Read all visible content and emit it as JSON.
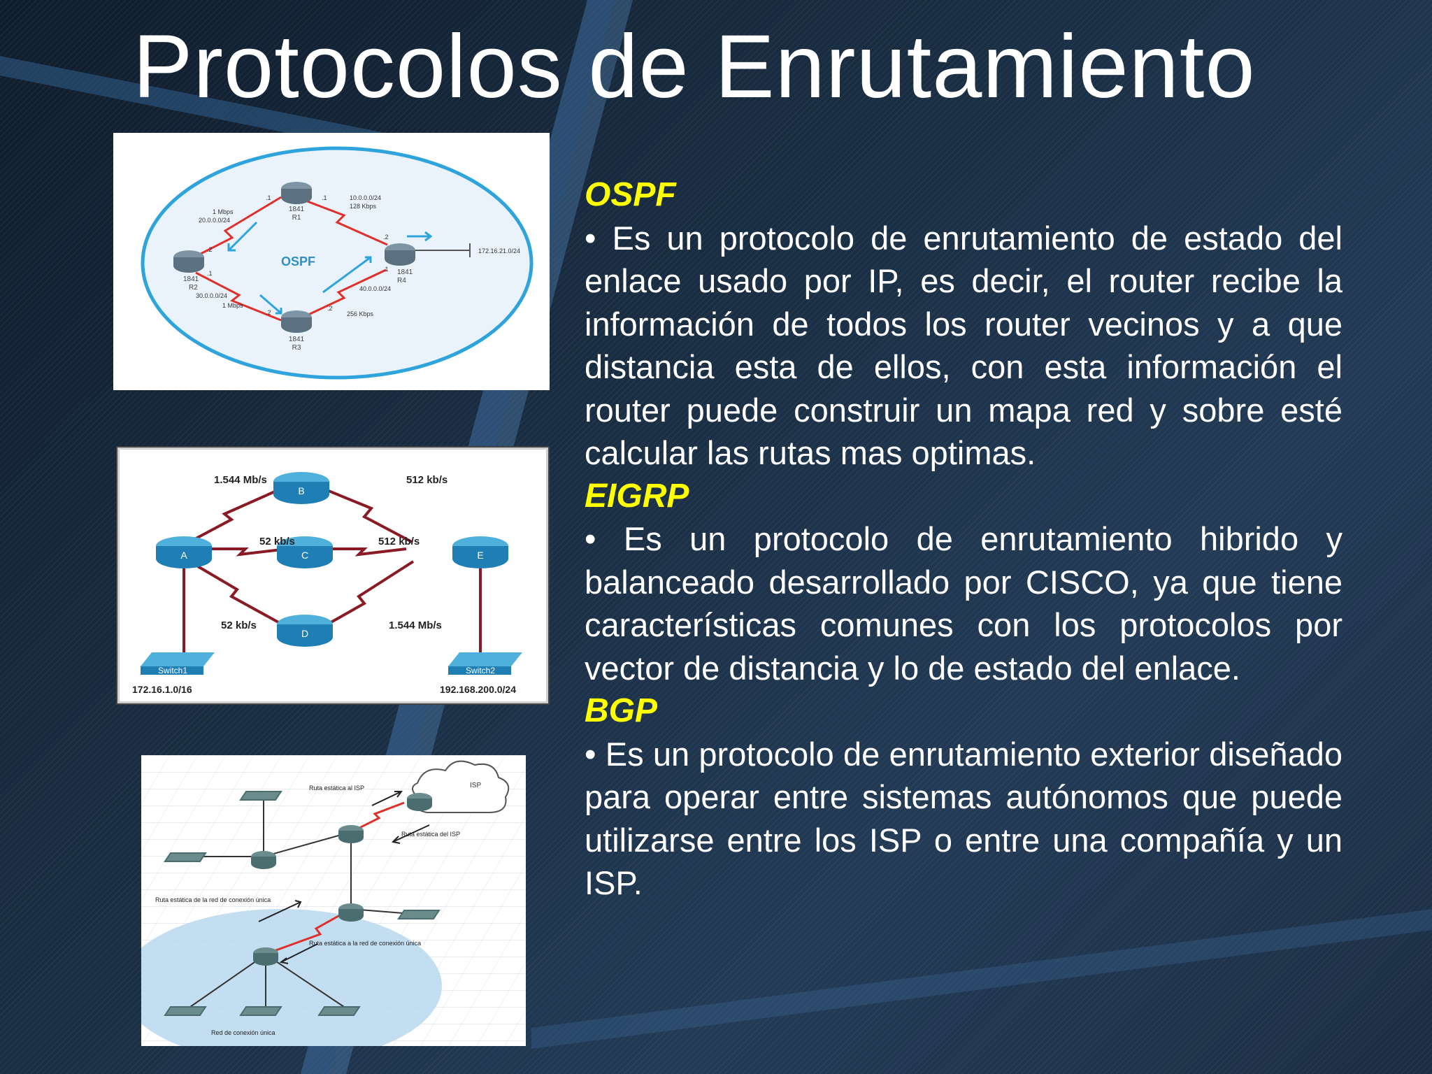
{
  "slide": {
    "title": "Protocolos de Enrutamiento",
    "accent_color": "#ffff00",
    "text_color": "#ffffff"
  },
  "figures": {
    "ospf": {
      "center_label": "OSPF",
      "routers": [
        {
          "model": "1841",
          "name": "R1"
        },
        {
          "model": "1841",
          "name": "R2"
        },
        {
          "model": "1841",
          "name": "R3"
        },
        {
          "model": "1841",
          "name": "R4"
        }
      ],
      "link_labels": [
        "1 Mbps",
        "20.0.0.0/24",
        "10.0.0.0/24",
        "128 Kbps",
        "30.0.0.0/24",
        "1 Mbps",
        "40.0.0.0/24",
        "256 Kbps",
        "172.16.21.0/24"
      ],
      "port_labels": [
        ".1",
        ".1",
        ".2",
        ".2",
        ".1",
        ".1",
        ".2",
        ".2"
      ]
    },
    "eigrp": {
      "routers": [
        "A",
        "B",
        "C",
        "D",
        "E"
      ],
      "switches": [
        "Switch1",
        "Switch2"
      ],
      "links": [
        "1.544 Mb/s",
        "512 kb/s",
        "52 kb/s",
        "512 kb/s",
        "52 kb/s",
        "1.544 Mb/s"
      ],
      "networks": [
        "172.16.1.0/16",
        "192.168.200.0/24"
      ]
    },
    "bgp": {
      "cloud_label": "ISP",
      "annotations": [
        "Ruta estática al ISP",
        "Ruta estática del ISP",
        "Ruta estática de la red de conexión única",
        "Ruta estática a la red de conexión única",
        "Red de conexión única"
      ]
    }
  },
  "sections": [
    {
      "heading": "OSPF",
      "text": "• Es un protocolo de enrutamiento de estado del enlace usado por IP, es decir, el router recibe la información de todos los router vecinos y a que distancia esta de ellos, con esta información el router puede construir un mapa red y sobre esté calcular las rutas mas optimas."
    },
    {
      "heading": "EIGRP",
      "text": "• Es un protocolo de enrutamiento hibrido y balanceado desarrollado por CISCO, ya que tiene características comunes con los protocolos por vector de distancia y lo de estado del enlace."
    },
    {
      "heading": "BGP",
      "text": "• Es un protocolo de enrutamiento exterior diseñado para operar entre sistemas autónomos que puede utilizarse entre los ISP o entre una compañía y un ISP."
    }
  ]
}
